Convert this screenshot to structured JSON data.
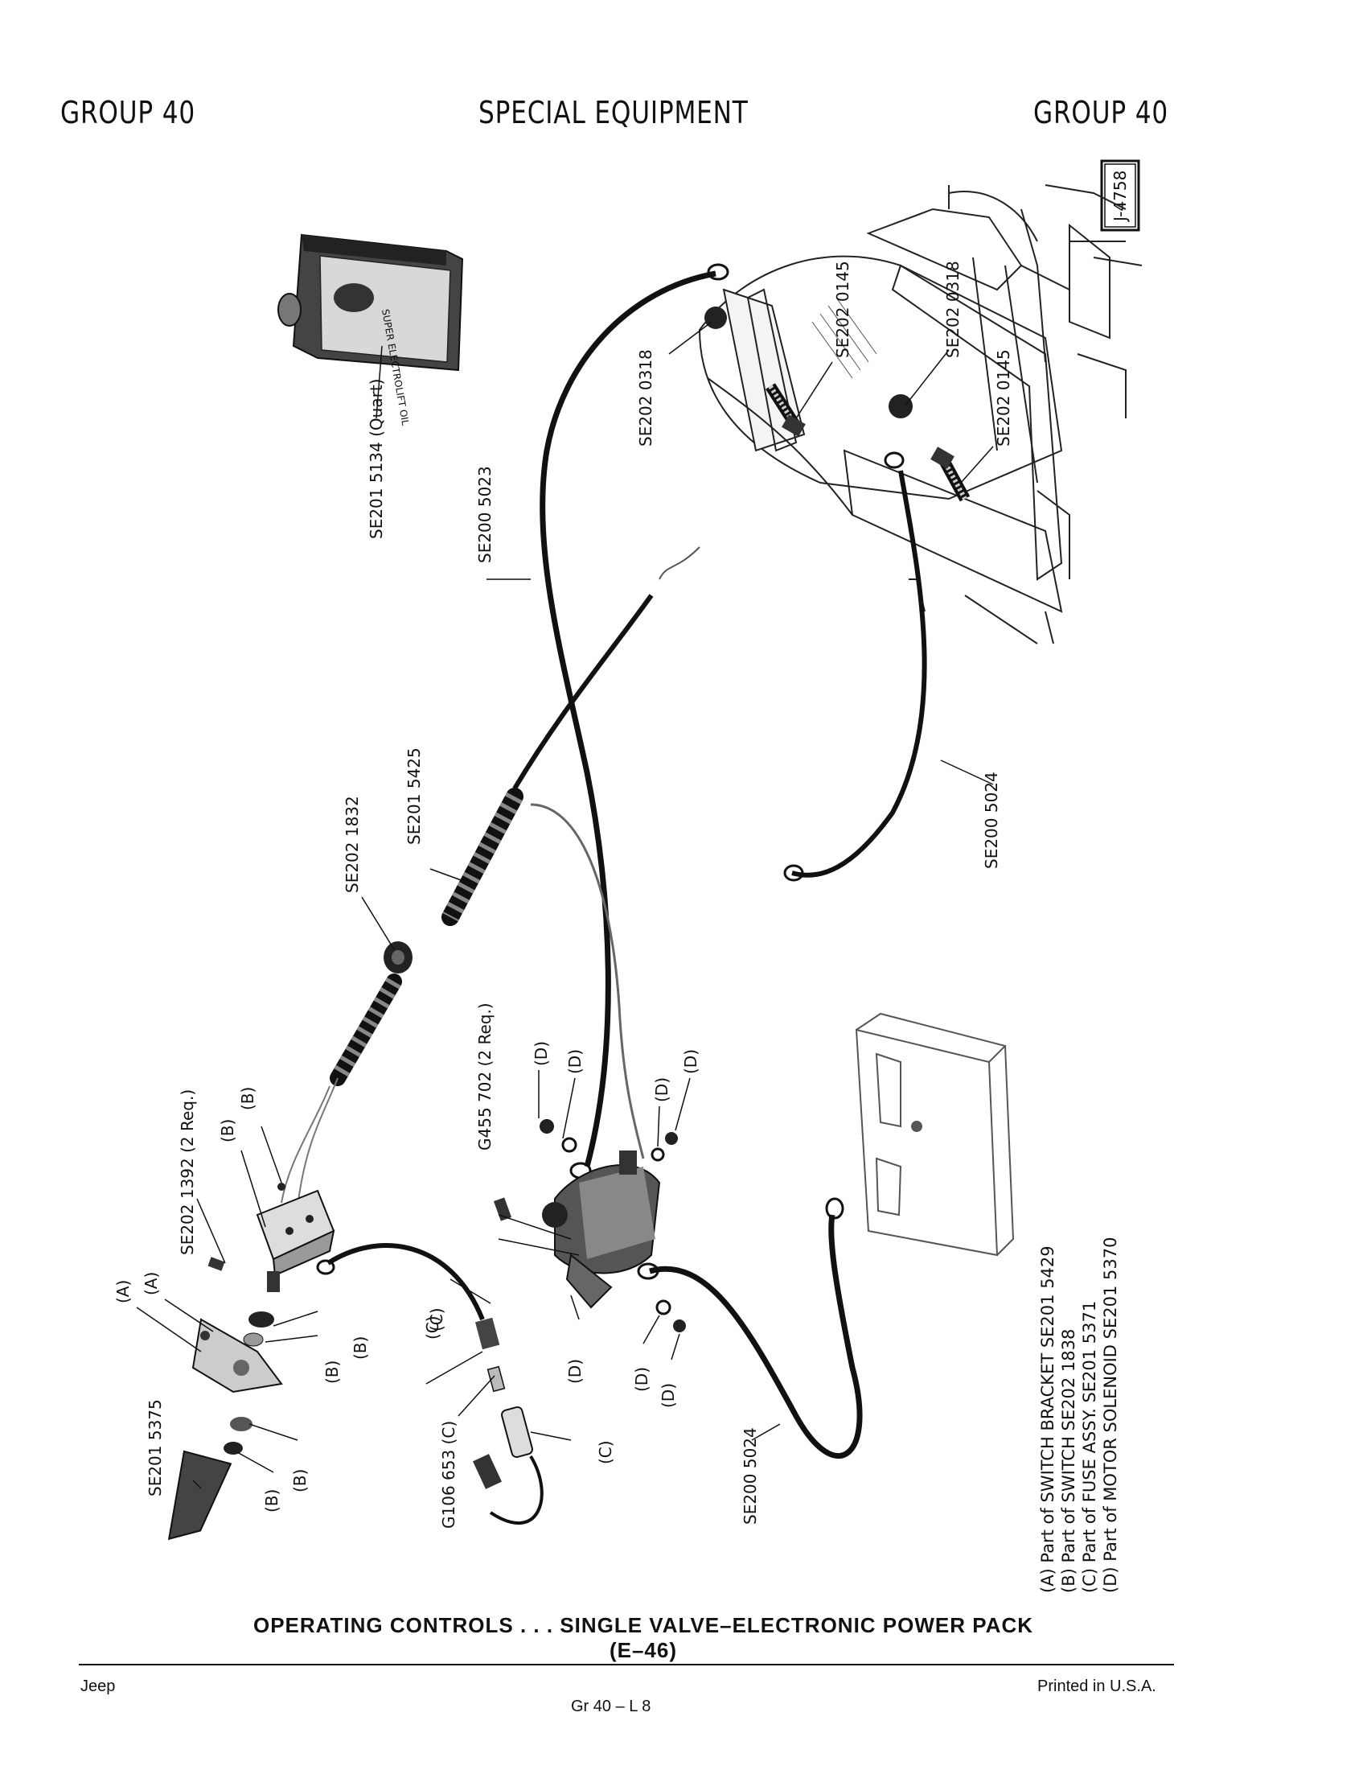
{
  "header": {
    "left": "GROUP 40",
    "center": "SPECIAL EQUIPMENT",
    "right": "GROUP 40"
  },
  "figure_id": "J-4758",
  "callouts": {
    "oil": "SE201 5134 (Quart)",
    "oil_can_text": "SUPER ELECTROLIFT OIL",
    "cable_1": "SE200 5023",
    "nut_1": "SE202 0318",
    "bolt_1": "SE202 0145",
    "nut_2": "SE202 0318",
    "bolt_2": "SE202 0145",
    "cable_2": "SE200 5024",
    "boot": "SE201 5425",
    "grommet": "SE202 1832",
    "screw": "SE202 1392 (2 Req.)",
    "screw_2": "G455 702 (2 Req.)",
    "bracket": "SE201 5375",
    "fuse": "G106 653 (C)",
    "cable_3": "SE200 5024"
  },
  "letters": {
    "a": "(A)",
    "b": "(B)",
    "c": "(C)",
    "d": "(D)"
  },
  "legend": [
    "(A) Part of SWITCH BRACKET  SE201 5429",
    "(B) Part of SWITCH  SE202 1838",
    "(C) Part of FUSE ASSY.  SE201 5371",
    "(D) Part of MOTOR SOLENOID  SE201 5370"
  ],
  "caption": "OPERATING CONTROLS . . . SINGLE VALVE–ELECTRONIC  POWER  PACK (E–46)",
  "footer": {
    "left": "Jeep",
    "center": "Gr  40  –  L  8",
    "right": "Printed  in U.S.A."
  }
}
